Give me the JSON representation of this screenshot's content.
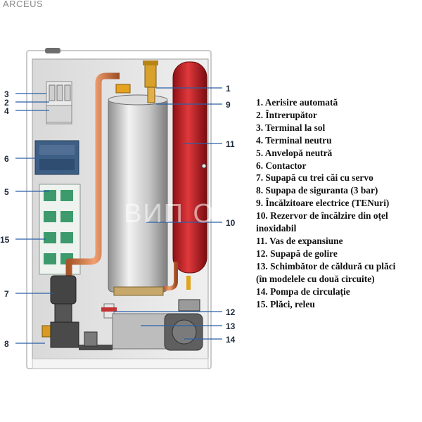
{
  "brand": "ARCEUS",
  "watermark": "ВИП ОТО",
  "legend": [
    "1. Aerisire automată",
    "2. Întrerupător",
    "3. Terminal la sol",
    "4. Terminal neutru",
    "5. Anvelopă neutră",
    "6. Contactor",
    "7. Supapă cu trei căi cu servo",
    "8. Supapa de siguranta (3 bar)",
    "9. Încălzitoare electrice (TENuri)",
    "10. Rezervor de încălzire din oțel",
    "inoxidabil",
    "11. Vas de expansiune",
    "12. Supapă de golire",
    "13. Schimbător de căldură cu plăci",
    "(în modelele cu două circuite)",
    "14. Pompa de circulație",
    "15. Plăci, releu"
  ],
  "callouts": {
    "n1": "1",
    "n2": "2",
    "n3": "3",
    "n4": "4",
    "n5": "5",
    "n6": "6",
    "n7": "7",
    "n8": "8",
    "n9": "9",
    "n10": "10",
    "n11": "11",
    "n12": "12",
    "n13": "13",
    "n14": "14",
    "n15": "15"
  },
  "colors": {
    "leader": "#2b5fa8",
    "tank_red": "#c8242a",
    "steel": "#c9c9c9",
    "copper": "#d27845"
  }
}
